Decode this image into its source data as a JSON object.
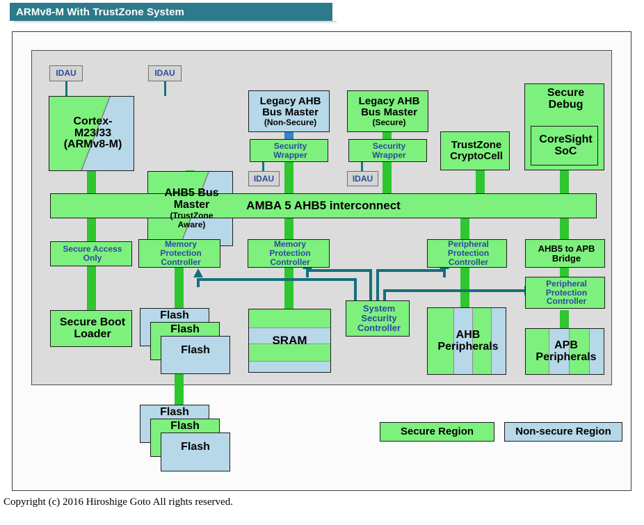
{
  "title": "ARMv8-M With TrustZone System",
  "copyright": "Copyright (c) 2016 Hiroshige Goto All rights reserved.",
  "blocks": {
    "idau1": "IDAU",
    "idau2": "IDAU",
    "idau3": "IDAU",
    "idau4": "IDAU",
    "cortex_l1": "Cortex-",
    "cortex_l2": "M23/33",
    "cortex_l3": "(ARMv8-M)",
    "ahb5_master_l1": "AHB5 Bus",
    "ahb5_master_l2": "Master",
    "ahb5_master_l3": "(TrustZone",
    "ahb5_master_l4": "Aware)",
    "legacy_ns_l1": "Legacy AHB",
    "legacy_ns_l2": "Bus Master",
    "legacy_ns_l3": "(Non-Secure)",
    "legacy_s_l1": "Legacy AHB",
    "legacy_s_l2": "Bus Master",
    "legacy_s_l3": "(Secure)",
    "secwrap1_l1": "Security",
    "secwrap1_l2": "Wrapper",
    "secwrap2_l1": "Security",
    "secwrap2_l2": "Wrapper",
    "cryptocell_l1": "TrustZone",
    "cryptocell_l2": "CryptoCell",
    "securedebug_l1": "Secure",
    "securedebug_l2": "Debug",
    "coresight_l1": "CoreSight",
    "coresight_l2": "SoC",
    "interconnect": "AMBA 5 AHB5 interconnect",
    "secure_access_l1": "Secure Access",
    "secure_access_l2": "Only",
    "mpc1_l1": "Memory",
    "mpc1_l2": "Protection",
    "mpc1_l3": "Controller",
    "mpc2_l1": "Memory",
    "mpc2_l2": "Protection",
    "mpc2_l3": "Controller",
    "ppc1_l1": "Peripheral",
    "ppc1_l2": "Protection",
    "ppc1_l3": "Controller",
    "ppc2_l1": "Peripheral",
    "ppc2_l2": "Protection",
    "ppc2_l3": "Controller",
    "bridge_l1": "AHB5 to APB",
    "bridge_l2": "Bridge",
    "bootloader_l1": "Secure Boot",
    "bootloader_l2": "Loader",
    "flash_a1": "Flash",
    "flash_a2": "Flash",
    "flash_a3": "Flash",
    "flash_b1": "Flash",
    "flash_b2": "Flash",
    "flash_b3": "Flash",
    "sram": "SRAM",
    "ssc_l1": "System",
    "ssc_l2": "Security",
    "ssc_l3": "Controller",
    "ahb_periph_l1": "AHB",
    "ahb_periph_l2": "Peripherals",
    "apb_periph_l1": "APB",
    "apb_periph_l2": "Peripherals"
  },
  "legend": {
    "secure": "Secure Region",
    "nonsecure": "Non-secure Region"
  },
  "colors": {
    "secure_green": "#7ef07e",
    "nonsecure_blue": "#b6d8e8",
    "connector_green": "#2fc62f",
    "connector_blue": "#3b7fc4",
    "wire_teal": "#14707a",
    "title_teal": "#2d7a8c",
    "panel_gray": "#dcdcdc",
    "idau_gray": "#d4d4d4",
    "text_blue": "#2a4a9c"
  }
}
